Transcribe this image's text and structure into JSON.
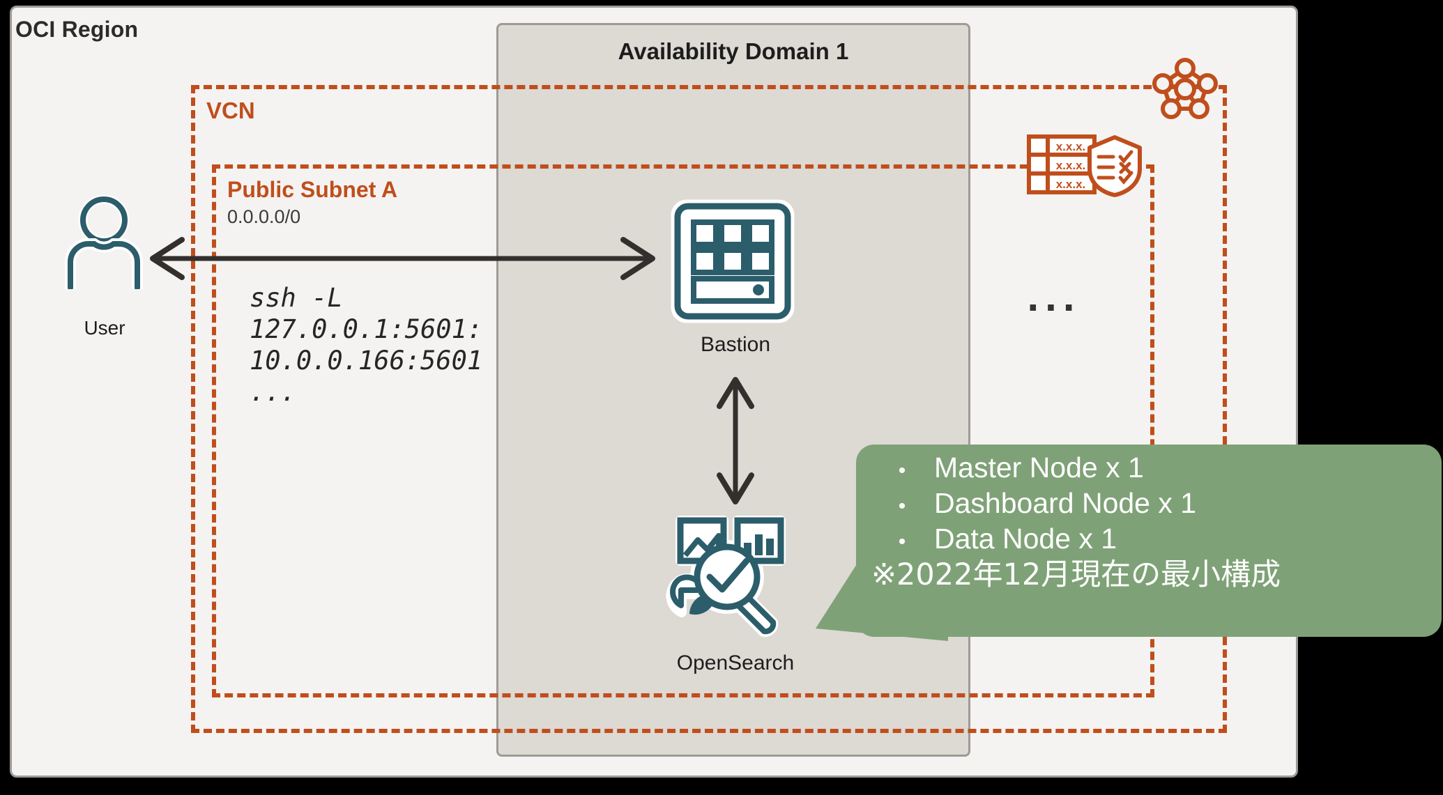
{
  "region": {
    "label": "OCI Region"
  },
  "availability_domain": {
    "label": "Availability Domain 1"
  },
  "vcn": {
    "label": "VCN"
  },
  "subnet": {
    "label": "Public Subnet A",
    "cidr": "0.0.0.0/0"
  },
  "user": {
    "label": "User",
    "icon": "user-icon"
  },
  "ssh": {
    "command": "ssh -L\n127.0.0.1:5601:\n10.0.0.166:5601\n..."
  },
  "bastion": {
    "label": "Bastion",
    "icon": "bastion-icon"
  },
  "opensearch": {
    "label": "OpenSearch",
    "icon": "opensearch-icon"
  },
  "network_icons": {
    "mesh": "network-mesh-icon",
    "route_table": "route-table-icon",
    "route_entries": [
      "x.x.x.",
      "x.x.x.",
      "x.x.x."
    ],
    "security_list": "security-list-icon",
    "ellipsis": "..."
  },
  "callout": {
    "items": [
      {
        "bullet": "•",
        "text": "Master Node x 1"
      },
      {
        "bullet": "•",
        "text": "Dashboard Node x 1"
      },
      {
        "bullet": "•",
        "text": "Data Node x 1"
      }
    ],
    "note": "※2022年12月現在の最小構成"
  },
  "colors": {
    "region_bg": "#f4f3f1",
    "region_border": "#9e9b96",
    "ad_bg": "#ddd9d3",
    "vcn_orange": "#c04e1c",
    "icon_teal": "#2b5d6b",
    "callout_green": "#7fa177",
    "arrow_dark": "#332f2d"
  }
}
